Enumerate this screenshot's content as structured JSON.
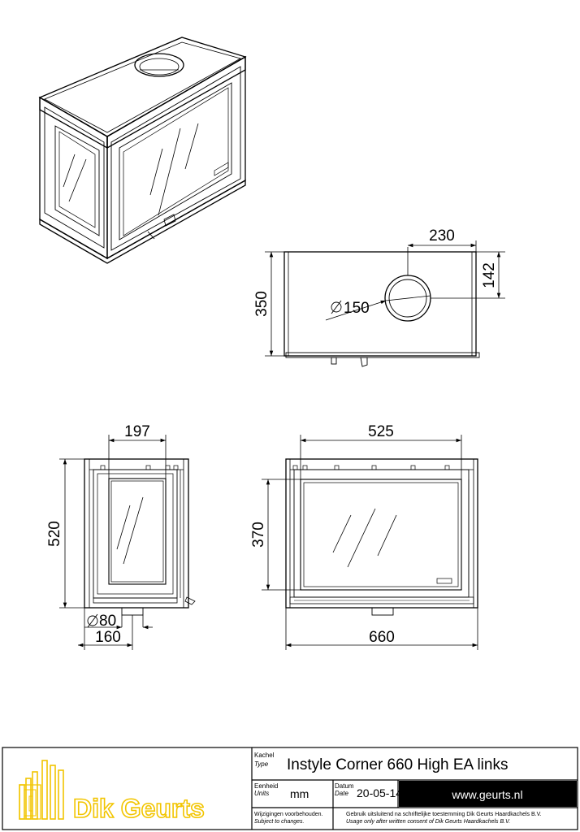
{
  "dimensions": {
    "top_width_230": "230",
    "top_offset_142": "142",
    "top_depth_350": "350",
    "flue_diameter": "150",
    "side_glass_197": "197",
    "side_height_520": "520",
    "side_pipe_80": "80",
    "side_depth_160": "160",
    "front_glass_525": "525",
    "front_glass_height_370": "370",
    "front_total_660": "660"
  },
  "title_block": {
    "type_label": "Kachel",
    "type_label_en": "Type",
    "type_value": "Instyle Corner 660 High EA links",
    "units_label": "Eenheid",
    "units_label_en": "Units",
    "units_value": "mm",
    "date_label": "Datum",
    "date_label_en": "Date",
    "date_value": "20-05-14",
    "website": "www.geurts.nl",
    "changes_nl": "Wijzigingen voorbehouden.",
    "changes_en": "Subject to changes.",
    "consent_nl": "Gebruik uitsluitend na schriftelijke toestemming Dik Geurts Haardkachels B.V.",
    "consent_en": "Usage only after written consent of Dik Geurts Haardkachels B.V.",
    "logo_text": "Dik Geurts"
  },
  "colors": {
    "line": "#000000",
    "logo": "#f2c500",
    "web_bg": "#000000"
  }
}
